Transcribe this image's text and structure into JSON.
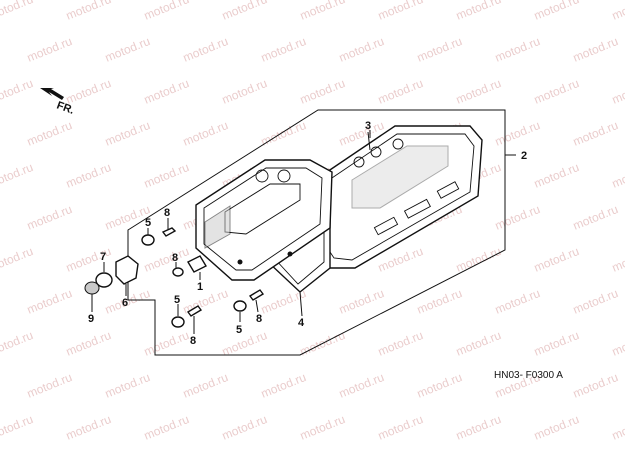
{
  "diagram": {
    "direction_label": "FR.",
    "diagram_code": "HN03- F0300 A",
    "watermark": "motod.ru",
    "callouts": [
      {
        "id": "c2",
        "text": "2"
      },
      {
        "id": "c3",
        "text": "3"
      },
      {
        "id": "c4",
        "text": "4"
      },
      {
        "id": "c5a",
        "text": "5"
      },
      {
        "id": "c5b",
        "text": "5"
      },
      {
        "id": "c5c",
        "text": "5"
      },
      {
        "id": "c6",
        "text": "6"
      },
      {
        "id": "c7",
        "text": "7"
      },
      {
        "id": "c8a",
        "text": "8"
      },
      {
        "id": "c8b",
        "text": "8"
      },
      {
        "id": "c8c",
        "text": "8"
      },
      {
        "id": "c8d",
        "text": "8"
      },
      {
        "id": "c9",
        "text": "9"
      },
      {
        "id": "c1",
        "text": "1"
      }
    ]
  }
}
